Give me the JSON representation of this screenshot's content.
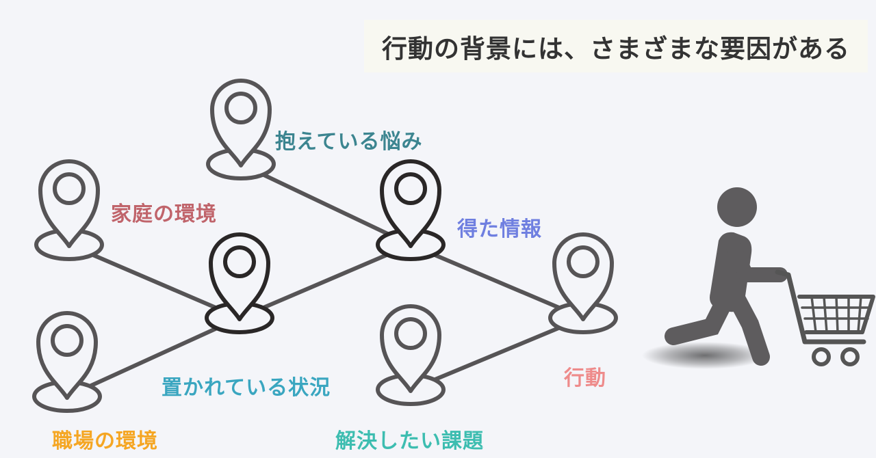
{
  "title": "行動の背景には、さまざまな要因がある",
  "nodes": [
    {
      "id": "hidden-worries",
      "label": "抱えている悩み",
      "color": "#3c8590"
    },
    {
      "id": "home-environment",
      "label": "家庭の環境",
      "color": "#c0646b"
    },
    {
      "id": "obtained-info",
      "label": "得た情報",
      "color": "#6f7fe0"
    },
    {
      "id": "current-situation",
      "label": "置かれている状況",
      "color": "#3aa6c0"
    },
    {
      "id": "action",
      "label": "行動",
      "color": "#ee8b8b"
    },
    {
      "id": "workplace-environment",
      "label": "職場の環境",
      "color": "#f5a623"
    },
    {
      "id": "issues-to-solve",
      "label": "解決したい課題",
      "color": "#3dbdb0"
    }
  ],
  "colors": {
    "pin_gray": "#565456",
    "pin_dark": "#2a2727",
    "line": "#565456",
    "figure": "#5e5c5e",
    "cart": "#555555"
  },
  "icons": {
    "pin": "map-pin-icon",
    "person": "person-with-cart-icon"
  }
}
